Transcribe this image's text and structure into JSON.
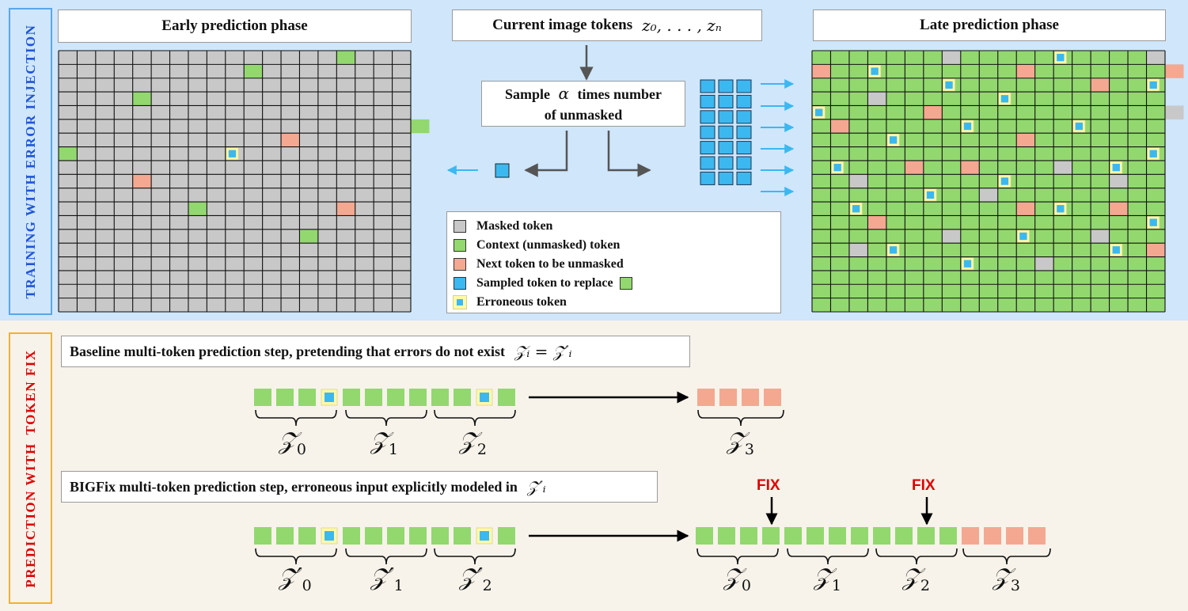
{
  "training": {
    "side_label": "TRAINING WITH ERROR INJECTION",
    "early_title": "Early prediction phase",
    "late_title": "Late prediction phase",
    "current_tokens_text": "Current image tokens",
    "current_tokens_math": "z₀, . . . , zₙ",
    "sample_line1_a": "Sample",
    "sample_alpha": "α",
    "sample_line1_b": "times number",
    "sample_line2": "of unmasked"
  },
  "legend": {
    "items": [
      {
        "label": "Masked token",
        "color": "#c8c8c8"
      },
      {
        "label": "Context (unmasked) token",
        "color": "#92d86f"
      },
      {
        "label": "Next token to be unmasked",
        "color": "#f4a891"
      },
      {
        "label": "Sampled token to replace",
        "color": "#3cb8f0"
      },
      {
        "label": "Erroneous token",
        "color": "#fff9a8"
      }
    ]
  },
  "colors": {
    "masked": "#c8c8c8",
    "context": "#92d86f",
    "next": "#f4a891",
    "sampled": "#3cb8f0",
    "erroneous_border": "#fff9a8",
    "training_border": "#5aa6e6",
    "prediction_border": "#f2b033",
    "prediction_text": "#e00000",
    "training_text": "#1f55d8"
  },
  "prediction": {
    "side_label_a": "PREDICTION WITH",
    "side_label_b": "TOKEN FIX",
    "baseline_text": "Baseline multi-token prediction step, pretending that errors do not exist",
    "baseline_math": "𝒵ᵢ = 𝒵′ᵢ",
    "bigfix_text": "BIGFix multi-token prediction step, erroneous input explicitly modeled in",
    "bigfix_math": "𝒵′ᵢ",
    "fix_label": "FIX",
    "z_symbol": "𝒵",
    "z_prime_symbol": "𝒵′",
    "subscripts": [
      "0",
      "1",
      "2",
      "3"
    ]
  }
}
